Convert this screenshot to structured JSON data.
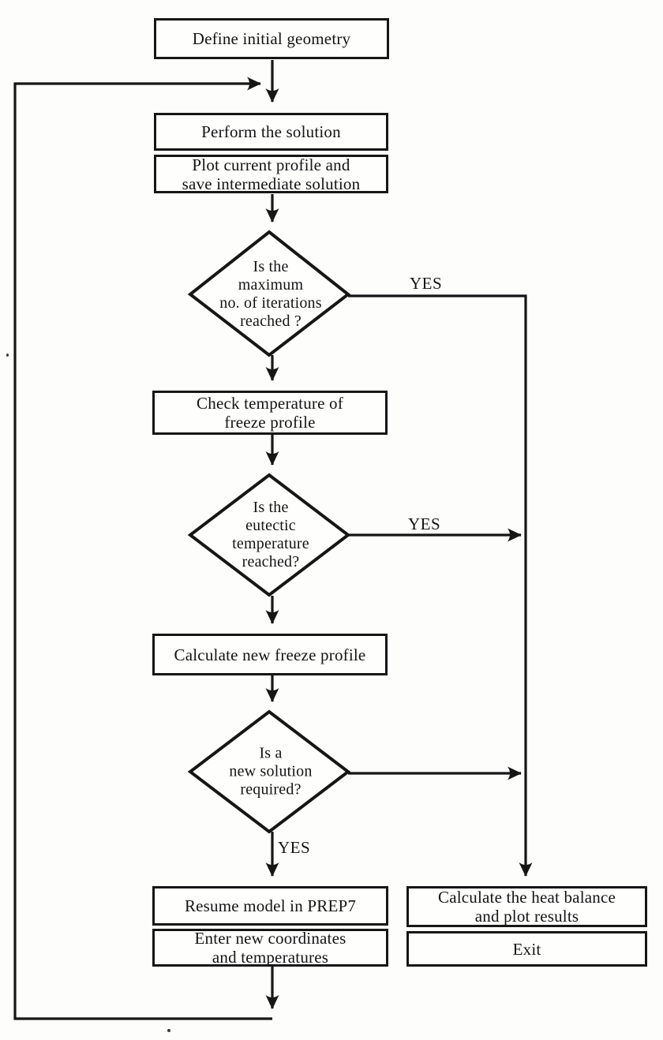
{
  "page": {
    "background": "#fdfdfb",
    "ink": "#161616"
  },
  "flowchart": {
    "nodes": {
      "define_geometry": {
        "label": "Define initial geometry"
      },
      "perform_solution": {
        "label": "Perform the solution"
      },
      "plot_save": {
        "label": "Plot current profile and\nsave intermediate solution"
      },
      "max_iterations": {
        "label": "Is the\nmaximum\nno. of iterations\nreached ?"
      },
      "check_temperature": {
        "label": "Check temperature of\nfreeze profile"
      },
      "eutectic": {
        "label": "Is the\neutectic\ntemperature\nreached?"
      },
      "calc_freeze": {
        "label": "Calculate new freeze profile"
      },
      "new_solution": {
        "label": "Is a\nnew solution\nrequired?"
      },
      "resume_model": {
        "label": "Resume model in PREP7"
      },
      "enter_coords": {
        "label": "Enter new coordinates\nand temperatures"
      },
      "heat_balance": {
        "label": "Calculate the heat balance\nand plot results"
      },
      "exit": {
        "label": "Exit"
      }
    },
    "edge_labels": {
      "max_iterations_yes": "YES",
      "eutectic_yes": "YES",
      "new_solution_yes": "YES"
    }
  }
}
